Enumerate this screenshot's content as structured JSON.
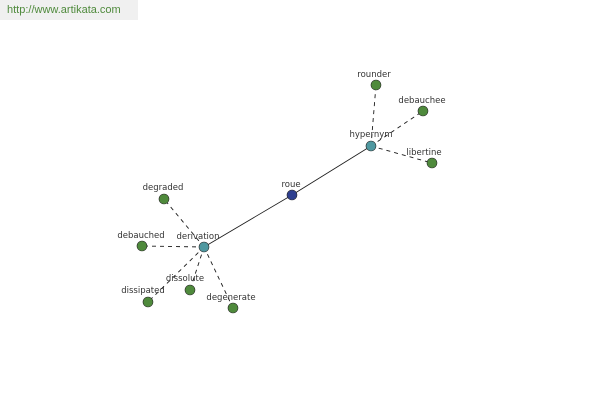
{
  "source_link": "http://www.artikata.com",
  "colors": {
    "root": "#2e3f8f",
    "relation": "#4f98a0",
    "leaf": "#4f8a3c",
    "banner_text": "#4f8a3c"
  },
  "graph": {
    "nodes": [
      {
        "id": "roue",
        "label": "roue",
        "kind": "root"
      },
      {
        "id": "hypernym",
        "label": "hypernym",
        "kind": "relation"
      },
      {
        "id": "derivation",
        "label": "derivation",
        "kind": "relation"
      },
      {
        "id": "rounder",
        "label": "rounder",
        "kind": "leaf"
      },
      {
        "id": "debauchee",
        "label": "debauchee",
        "kind": "leaf"
      },
      {
        "id": "libertine",
        "label": "libertine",
        "kind": "leaf"
      },
      {
        "id": "degraded",
        "label": "degraded",
        "kind": "leaf"
      },
      {
        "id": "debauched",
        "label": "debauched",
        "kind": "leaf"
      },
      {
        "id": "dissolute",
        "label": "dissolute",
        "kind": "leaf"
      },
      {
        "id": "dissipated",
        "label": "dissipated",
        "kind": "leaf"
      },
      {
        "id": "degenerate",
        "label": "degenerate",
        "kind": "leaf"
      }
    ],
    "edges": [
      {
        "from": "roue",
        "to": "hypernym",
        "style": "solid"
      },
      {
        "from": "roue",
        "to": "derivation",
        "style": "solid"
      },
      {
        "from": "hypernym",
        "to": "rounder",
        "style": "dashed"
      },
      {
        "from": "hypernym",
        "to": "debauchee",
        "style": "dashed"
      },
      {
        "from": "hypernym",
        "to": "libertine",
        "style": "dashed"
      },
      {
        "from": "derivation",
        "to": "degraded",
        "style": "dashed"
      },
      {
        "from": "derivation",
        "to": "debauched",
        "style": "dashed"
      },
      {
        "from": "derivation",
        "to": "dissolute",
        "style": "dashed"
      },
      {
        "from": "derivation",
        "to": "dissipated",
        "style": "dashed"
      },
      {
        "from": "derivation",
        "to": "degenerate",
        "style": "dashed"
      }
    ]
  }
}
